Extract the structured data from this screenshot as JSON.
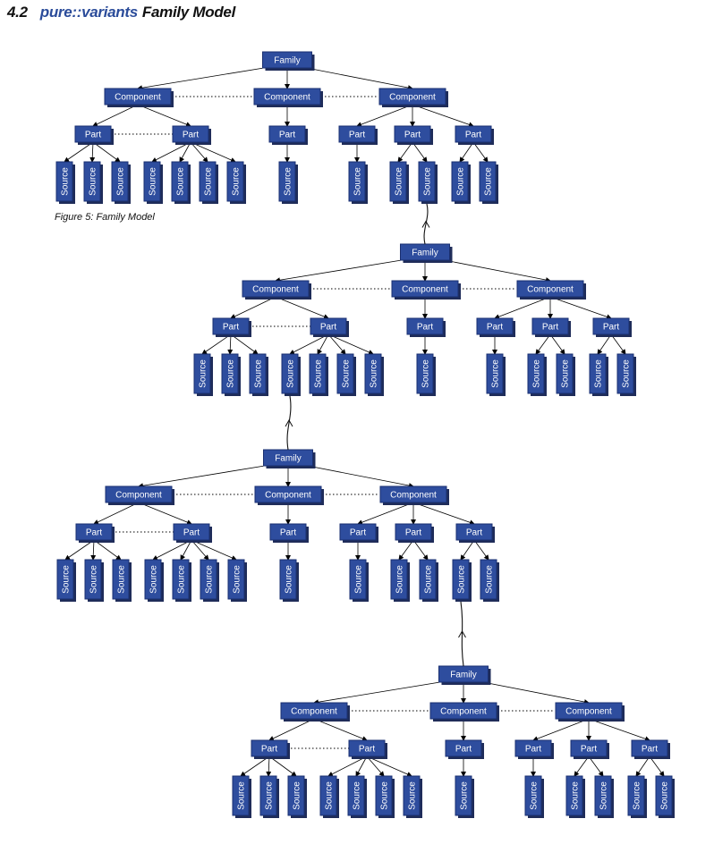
{
  "heading": {
    "number": "4.2",
    "brand": "pure::variants",
    "title": "Family Model"
  },
  "caption": "Figure 5: Family Model",
  "colors": {
    "node_fill": "#2e4d9e",
    "node_border": "#1a2f70",
    "node_shadow": "#1f2c59",
    "node_text": "#ffffff",
    "edge": "#000000",
    "brand_text": "#2b4c9a"
  },
  "labels": {
    "family": "Family",
    "component": "Component",
    "part": "Part",
    "source": "Source"
  },
  "tree_structure": {
    "family": "Family",
    "components": [
      {
        "label": "Component",
        "parts": [
          {
            "label": "Part",
            "sources": 3
          },
          {
            "label": "Part",
            "sources": 4
          }
        ]
      },
      {
        "label": "Component",
        "parts": [
          {
            "label": "Part",
            "sources": 1
          }
        ]
      },
      {
        "label": "Component",
        "parts": [
          {
            "label": "Part",
            "sources": 1
          },
          {
            "label": "Part",
            "sources": 2
          },
          {
            "label": "Part",
            "sources": 2
          }
        ]
      }
    ],
    "dotted_links": "between sibling components and between sibling parts of the first component"
  },
  "tree_copies": 4,
  "nesting_links": [
    {
      "from_tree": 1,
      "from_source": "second source of second part of third component",
      "to_tree": 2
    },
    {
      "from_tree": 2,
      "from_source": "first source of second part of first component",
      "to_tree": 3
    },
    {
      "from_tree": 3,
      "from_source": "first source of third part of third component",
      "to_tree": 4
    }
  ]
}
